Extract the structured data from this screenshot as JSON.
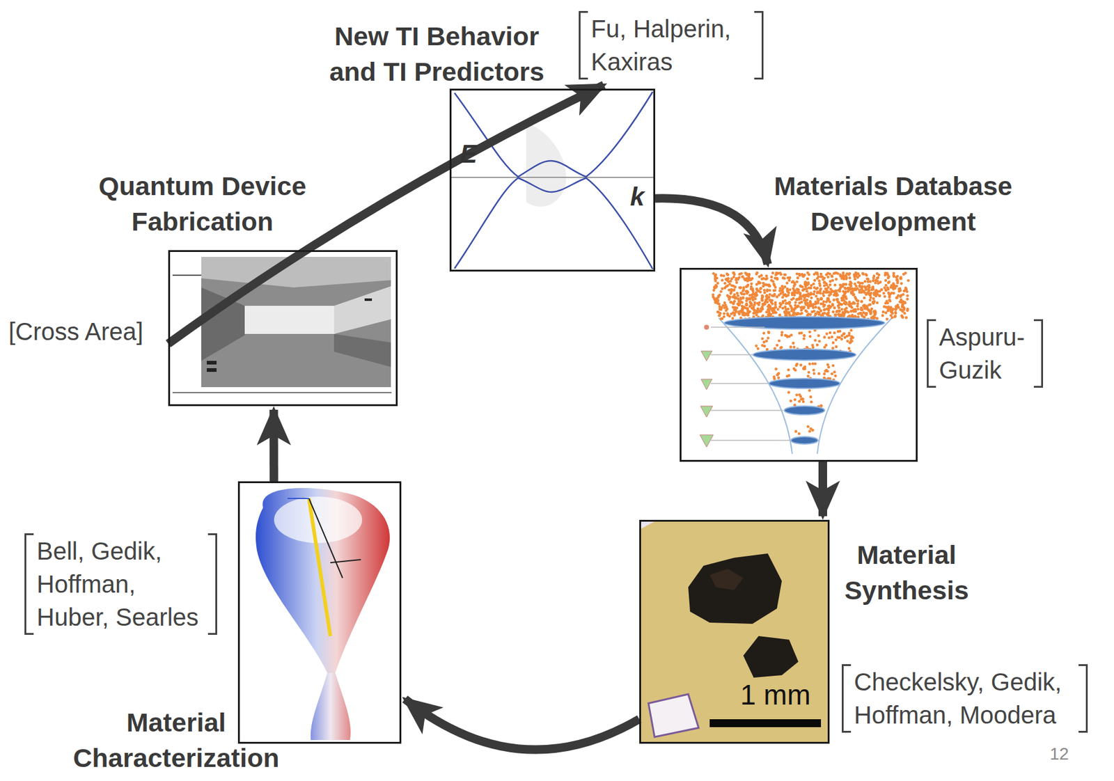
{
  "diagram": {
    "nodes": [
      {
        "text": [
          "New TI Behavior and TI Predictors",
          "Fu, Halperin, Kaxiras"
        ]
      },
      {
        "text": [
          "Materials Database Development",
          "Aspuru-Guzik"
        ]
      },
      {
        "text": [
          "Material Synthesis",
          "Checkelsky, Gedik, Hoffman, Moodera"
        ]
      },
      {
        "text": [
          "Material Characterization",
          "Bell, Gedik, Hoffman, Huber, Searles"
        ]
      },
      {
        "text": [
          "Quantum Device Fabrication",
          "[Cross Area]"
        ]
      }
    ],
    "edges": [
      {
        "from": 0,
        "to": 1,
        "arrow": "to"
      },
      {
        "from": 1,
        "to": 2,
        "arrow": "to"
      },
      {
        "from": 2,
        "to": 3,
        "arrow": "to"
      },
      {
        "from": 3,
        "to": 4,
        "arrow": "to"
      },
      {
        "from": 4,
        "to": 0,
        "arrow": "to"
      }
    ],
    "labels": [
      "E",
      "k",
      "1 mm",
      "12"
    ]
  }
}
